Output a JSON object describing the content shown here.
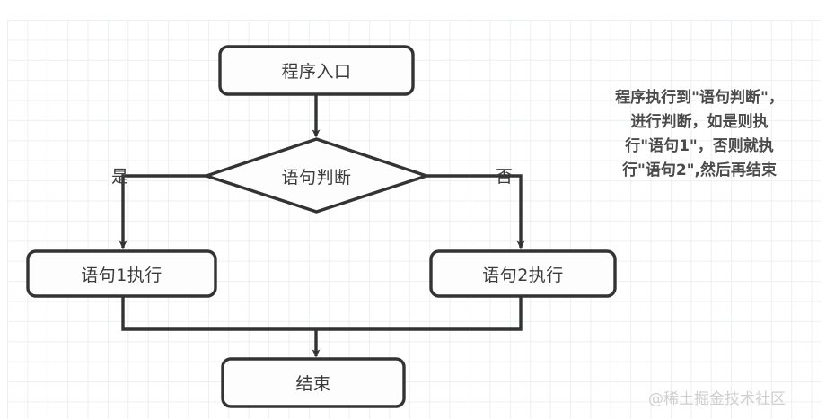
{
  "diagram": {
    "title": "if-else flow chart",
    "colors": {
      "stroke": "#333333",
      "node_fill": "#fdfdfd",
      "grid": "#eceff1",
      "text": "#3a3a3a",
      "annotation_text": "#4a4a4a",
      "watermark": "#cfcfcf",
      "background": "#ffffff"
    },
    "nodes": [
      {
        "id": "entry",
        "shape": "rounded-rect",
        "label": "程序入口"
      },
      {
        "id": "decision",
        "shape": "diamond",
        "label": "语句判断"
      },
      {
        "id": "stmt1",
        "shape": "rounded-rect",
        "label": "语句1执行"
      },
      {
        "id": "stmt2",
        "shape": "rounded-rect",
        "label": "语句2执行"
      },
      {
        "id": "end",
        "shape": "rounded-rect",
        "label": "结束"
      }
    ],
    "branch_labels": {
      "yes": "是",
      "no": "否"
    },
    "annotation": {
      "lines": [
        "程序执行到\"语句判断\"，",
        "进行判断，如是则执",
        "行\"语句1\"，否则就执",
        "行\"语句2\",然后再结束"
      ]
    },
    "watermark": "@稀土掘金技术社区"
  }
}
